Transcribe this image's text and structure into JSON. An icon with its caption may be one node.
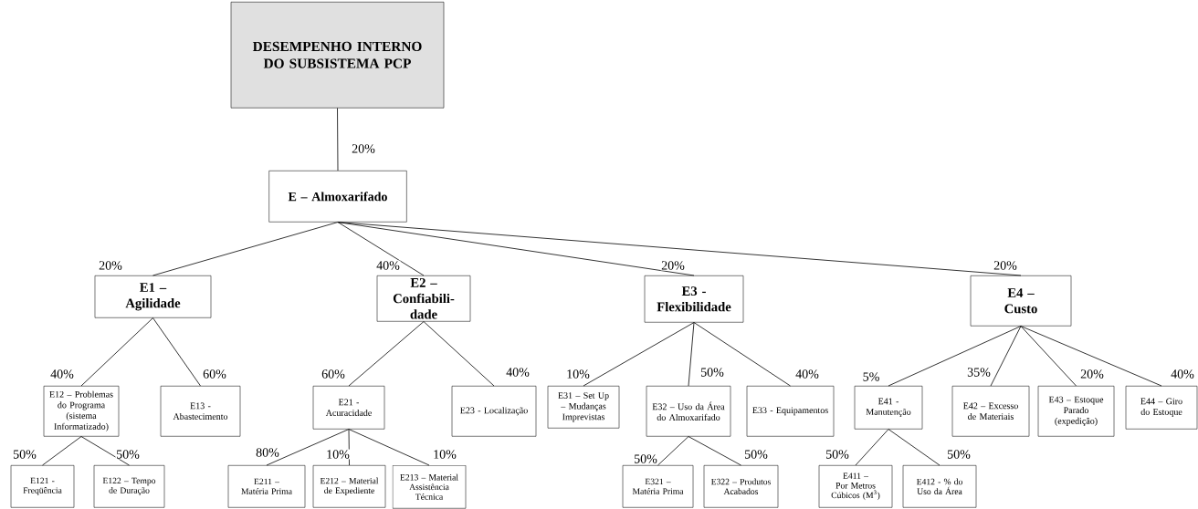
{
  "diagram": {
    "nodes": [
      {
        "text": [
          "DESEMPENHO INTERNO DO SUBSISTEMA PCP"
        ]
      },
      {
        "text": [
          "E – Almoxarifado"
        ]
      },
      {
        "text": [
          "E1 – Agilidade"
        ]
      },
      {
        "text": [
          "E2 – Confiabili-dade"
        ]
      },
      {
        "text": [
          "E3 - Flexibilidade"
        ]
      },
      {
        "text": [
          "E4 – Custo"
        ]
      },
      {
        "text": [
          "E12 – Problemas do Programa (sistema Informatizado)"
        ]
      },
      {
        "text": [
          "E13 - Abastecimento"
        ]
      },
      {
        "text": [
          "E21 - Acuracidade"
        ]
      },
      {
        "text": [
          "E23 - Localização"
        ]
      },
      {
        "text": [
          "E31 – Set Up – Mudanças Imprevistas"
        ]
      },
      {
        "text": [
          "E32 – Uso da Área do Almoxarifado"
        ]
      },
      {
        "text": [
          "E33 - Equipamentos"
        ]
      },
      {
        "text": [
          "E41 - Manutenção"
        ]
      },
      {
        "text": [
          "E42 – Excesso de Materiais"
        ]
      },
      {
        "text": [
          "E43 – Estoque Parado (expedição)"
        ]
      },
      {
        "text": [
          "E44 – Giro do Estoque"
        ]
      },
      {
        "text": [
          "E121 - Freqüência"
        ]
      },
      {
        "text": [
          "E122 – Tempo de Duração"
        ]
      },
      {
        "text": [
          "E211 – Matéria Prima"
        ]
      },
      {
        "text": [
          "E212 – Material de Expediente"
        ]
      },
      {
        "text": [
          "E213 – Material Assistência Técnica"
        ]
      },
      {
        "text": [
          "E321 – Matéria Prima"
        ]
      },
      {
        "text": [
          "E322 – Produtos Acabados"
        ]
      },
      {
        "text": [
          "E411 – Por Metros Cúbicos (M$^{3}$)"
        ]
      },
      {
        "text": [
          "E412 - % do Uso da Área"
        ]
      }
    ],
    "edges": [
      {
        "from": 0,
        "to": 1,
        "arrow": "none",
        "label": "20%"
      },
      {
        "from": 1,
        "to": 2,
        "arrow": "none",
        "label": "20%"
      },
      {
        "from": 1,
        "to": 3,
        "arrow": "none",
        "label": "40%"
      },
      {
        "from": 1,
        "to": 4,
        "arrow": "none",
        "label": "20%"
      },
      {
        "from": 1,
        "to": 5,
        "arrow": "none",
        "label": "20%"
      },
      {
        "from": 2,
        "to": 6,
        "arrow": "none",
        "label": "40%"
      },
      {
        "from": 2,
        "to": 7,
        "arrow": "none",
        "label": "60%"
      },
      {
        "from": 3,
        "to": 8,
        "arrow": "none",
        "label": "60%"
      },
      {
        "from": 3,
        "to": 9,
        "arrow": "none",
        "label": "40%"
      },
      {
        "from": 4,
        "to": 10,
        "arrow": "none",
        "label": "10%"
      },
      {
        "from": 4,
        "to": 11,
        "arrow": "none",
        "label": "50%"
      },
      {
        "from": 4,
        "to": 12,
        "arrow": "none",
        "label": "40%"
      },
      {
        "from": 5,
        "to": 13,
        "arrow": "none",
        "label": "5%"
      },
      {
        "from": 5,
        "to": 14,
        "arrow": "none",
        "label": "35%"
      },
      {
        "from": 5,
        "to": 15,
        "arrow": "none",
        "label": "20%"
      },
      {
        "from": 5,
        "to": 16,
        "arrow": "none",
        "label": "40%"
      },
      {
        "from": 6,
        "to": 17,
        "arrow": "none",
        "label": "50%"
      },
      {
        "from": 6,
        "to": 18,
        "arrow": "none",
        "label": "50%"
      },
      {
        "from": 8,
        "to": 19,
        "arrow": "none",
        "label": "80%"
      },
      {
        "from": 8,
        "to": 20,
        "arrow": "none",
        "label": "10%"
      },
      {
        "from": 8,
        "to": 21,
        "arrow": "none",
        "label": "10%"
      },
      {
        "from": 11,
        "to": 22,
        "arrow": "none",
        "label": "50%"
      },
      {
        "from": 11,
        "to": 23,
        "arrow": "none",
        "label": "50%"
      },
      {
        "from": 13,
        "to": 24,
        "arrow": "none",
        "label": "50%"
      },
      {
        "from": 13,
        "to": 25,
        "arrow": "none",
        "label": "50%"
      }
    ]
  }
}
